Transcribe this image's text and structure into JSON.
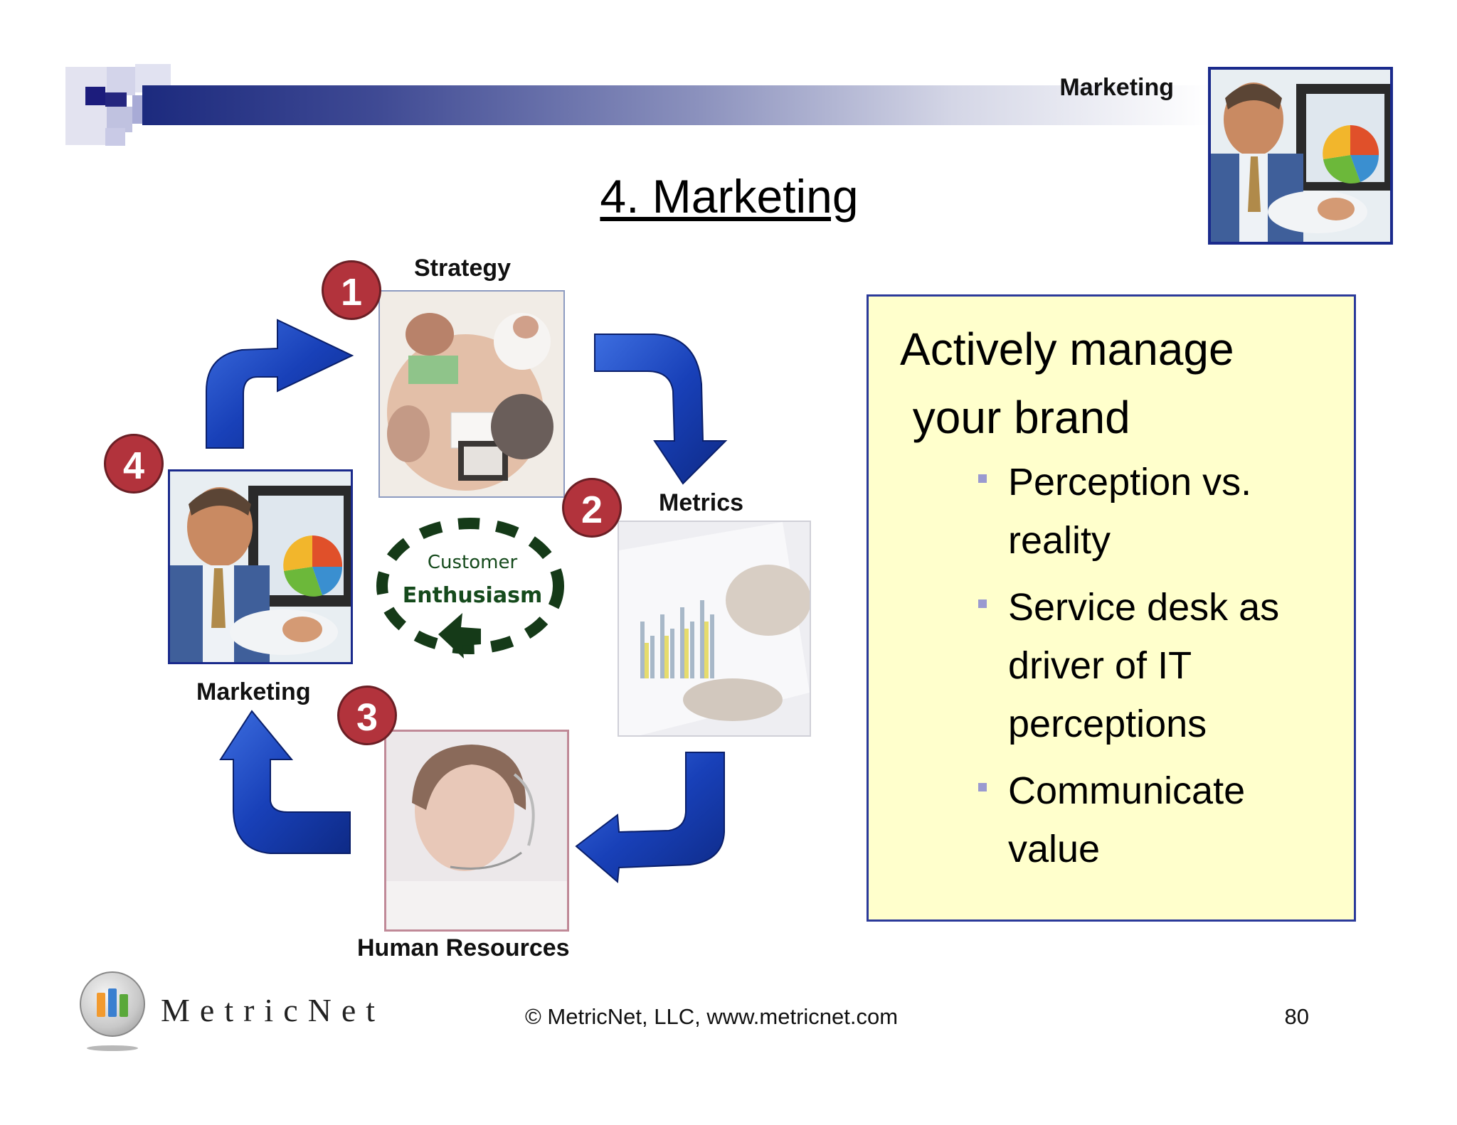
{
  "header": {
    "label": "Marketing"
  },
  "title": "4.  Marketing",
  "cycle": {
    "steps": [
      {
        "number": "1",
        "label": "Strategy"
      },
      {
        "number": "2",
        "label": "Metrics"
      },
      {
        "number": "3",
        "label": "Human Resources"
      },
      {
        "number": "4",
        "label": "Marketing"
      }
    ],
    "center": {
      "line1": "Customer",
      "line2": "Enthusiasm"
    }
  },
  "callout": {
    "heading_line1": "Actively manage",
    "heading_line2": " your brand",
    "bullets": [
      {
        "line1": "Perception vs.",
        "line2": "reality"
      },
      {
        "line1": "Service desk as",
        "line2": "driver of IT",
        "line3": "perceptions"
      },
      {
        "line1": "Communicate",
        "line2": "value"
      }
    ]
  },
  "footer": {
    "logo_text": "MetricNet",
    "copyright": "© MetricNet, LLC, www.metricnet.com",
    "page_number": "80"
  },
  "colors": {
    "accent_navy": "#1c2a7e",
    "badge_red": "#b2333c",
    "arrow_blue": "#1840b8",
    "callout_fill": "#ffffcc",
    "center_green": "#154a1c"
  }
}
